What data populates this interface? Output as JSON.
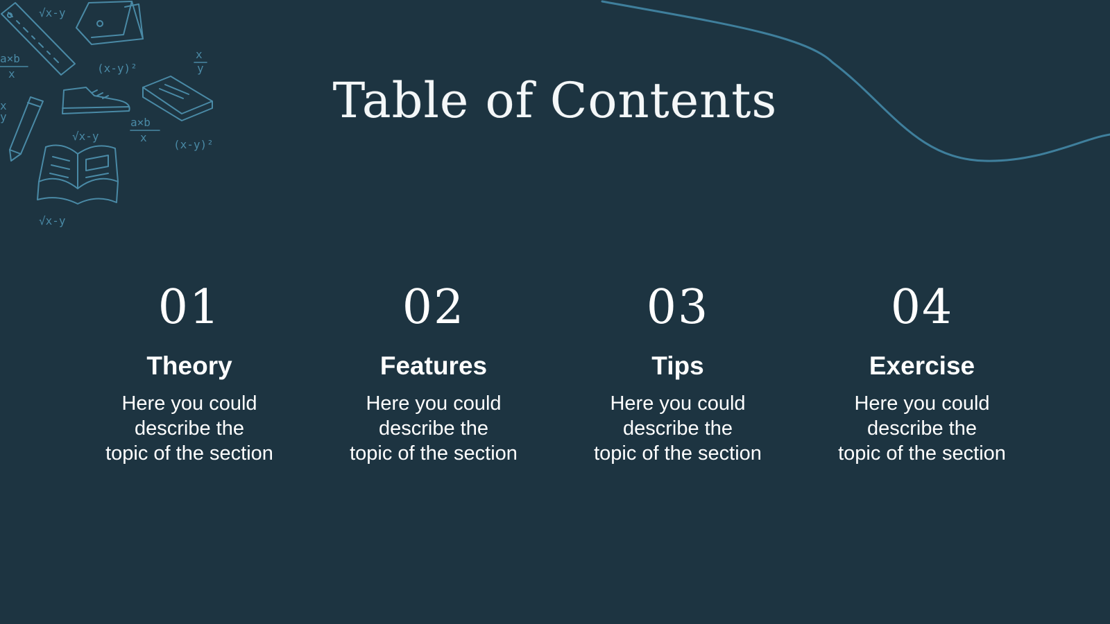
{
  "slide": {
    "title": "Table of Contents",
    "accent_color": "#4a8aa6",
    "background_color": "#1d3441",
    "sections": [
      {
        "number": "01",
        "heading": "Theory",
        "description": "Here you could\ndescribe the\ntopic of the section"
      },
      {
        "number": "02",
        "heading": "Features",
        "description": "Here you could\ndescribe the\ntopic of the section"
      },
      {
        "number": "03",
        "heading": "Tips",
        "description": "Here you could\ndescribe the\ntopic of the section"
      },
      {
        "number": "04",
        "heading": "Exercise",
        "description": "Here you could\ndescribe the\ntopic of the section"
      }
    ],
    "doodles": {
      "icons": [
        "ruler-icon",
        "backpack-icon",
        "shoe-icon",
        "notebook-icon",
        "pencil-icon",
        "open-book-icon"
      ],
      "formulas": [
        "√x-y",
        "a×b / x",
        "(x-y)²",
        "x / y",
        "a×b / x",
        "(x-y)²",
        "√x-y",
        "√x-y"
      ]
    }
  }
}
